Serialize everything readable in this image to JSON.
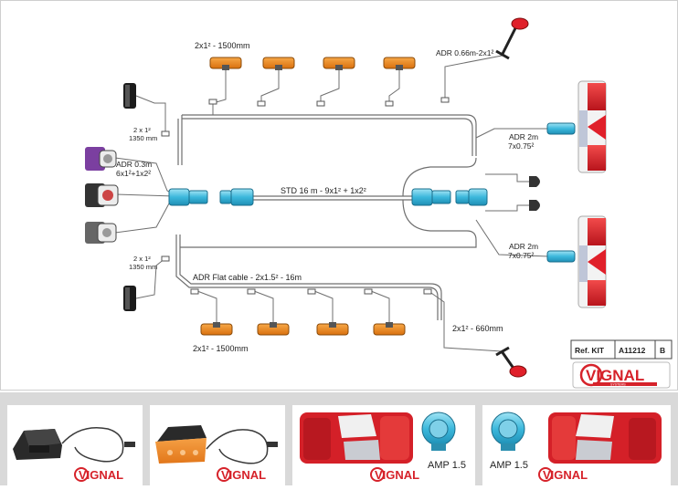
{
  "diagram": {
    "labels": {
      "top_markers": "2x1² - 1500mm",
      "bottom_markers": "2x1² - 1500mm",
      "adr_top": "ADR 0.66m-2x1²",
      "left_top_line1": "2 x 1²",
      "left_top_line2": "1350 mm",
      "left_bottom_line1": "2 x 1²",
      "left_bottom_line2": "1350 mm",
      "adr_socket_line1": "ADR 0.3m",
      "adr_socket_line2": "6x1²+1x2²",
      "std_trunk": "STD 16 m - 9x1² + 1x2²",
      "adr_flat": "ADR Flat cable - 2x1.5² - 16m",
      "adr_right_top_line1": "ADR 2m",
      "adr_right_top_line2": "7x0.75²",
      "adr_right_bottom_line1": "ADR 2m",
      "adr_right_bottom_line2": "7x0.75²",
      "bottom_right": "2x1² - 660mm"
    },
    "ref_kit": {
      "label": "Ref. KIT",
      "code": "A11212",
      "rev": "B"
    },
    "logo_text": "VIGNAL",
    "logo_subtext": "SYSTEMS"
  },
  "strip": {
    "amp_left": "AMP 1.5",
    "amp_right": "AMP 1.5",
    "logo_text": "VIGNAL"
  },
  "colors": {
    "marker_orange": "#f08a1c",
    "lamp_red": "#e0202a",
    "connector_cyan": "#46c0e0",
    "wire_grey": "#6f6f6f",
    "socket_purple": "#7b3fa0",
    "logo_red": "#d6222a"
  }
}
